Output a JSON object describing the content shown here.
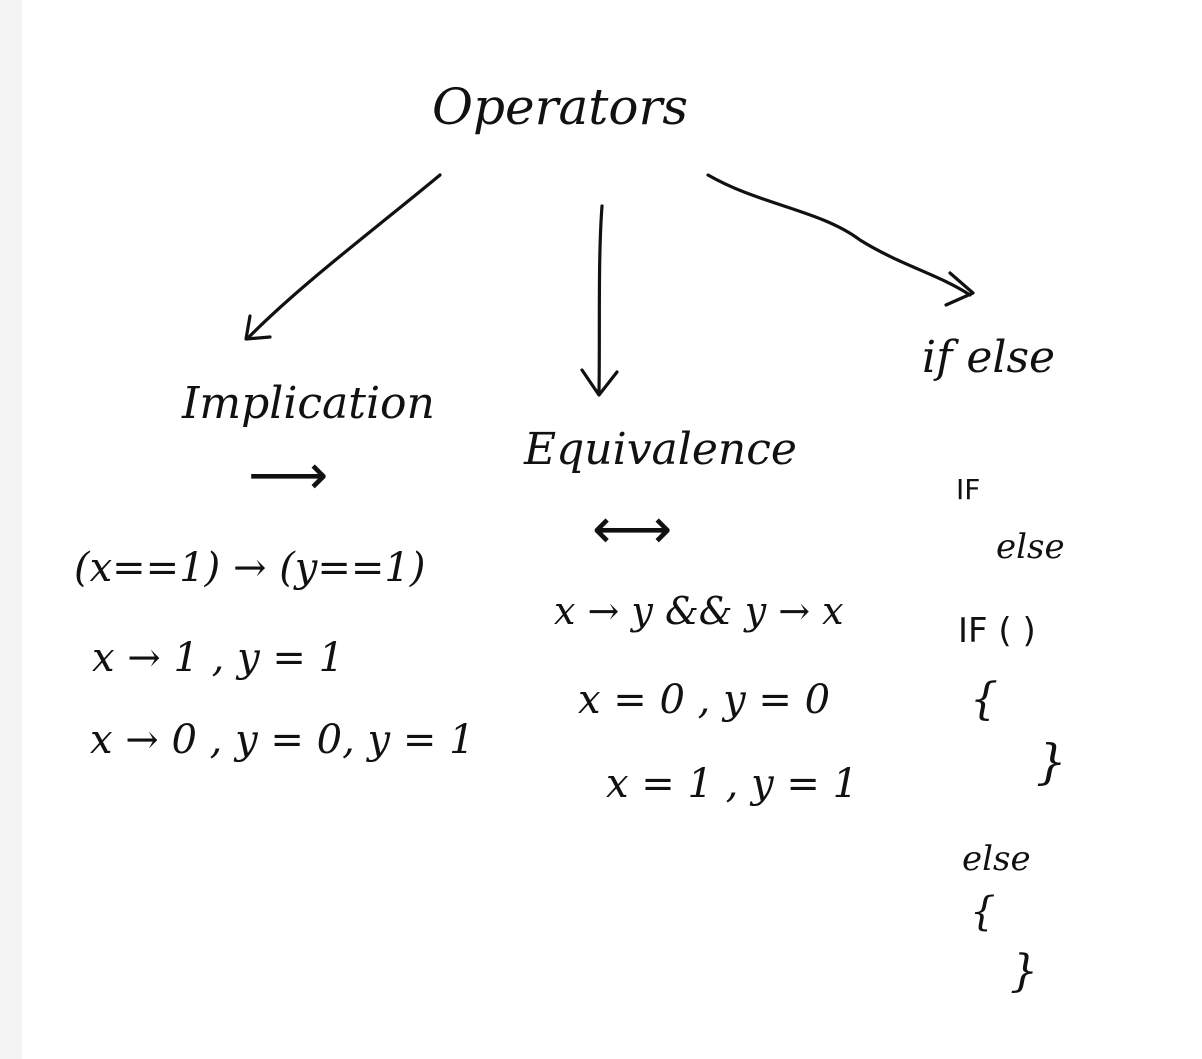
{
  "root": {
    "label": "Operators"
  },
  "branches": [
    {
      "label": "Implication",
      "symbol": "⟶",
      "lines": [
        "(x==1) → (y==1)",
        "x → 1 , y = 1",
        "x → 0 , y = 0, y = 1"
      ]
    },
    {
      "label": "Equivalence",
      "symbol": "⟷",
      "lines": [
        "x → y && y → x",
        "x = 0 , y = 0",
        "x = 1 , y = 1"
      ]
    },
    {
      "label": "if else",
      "lines": [
        "IF",
        "else",
        "IF ( )",
        "{",
        "}",
        "else",
        "{",
        "}"
      ]
    }
  ]
}
